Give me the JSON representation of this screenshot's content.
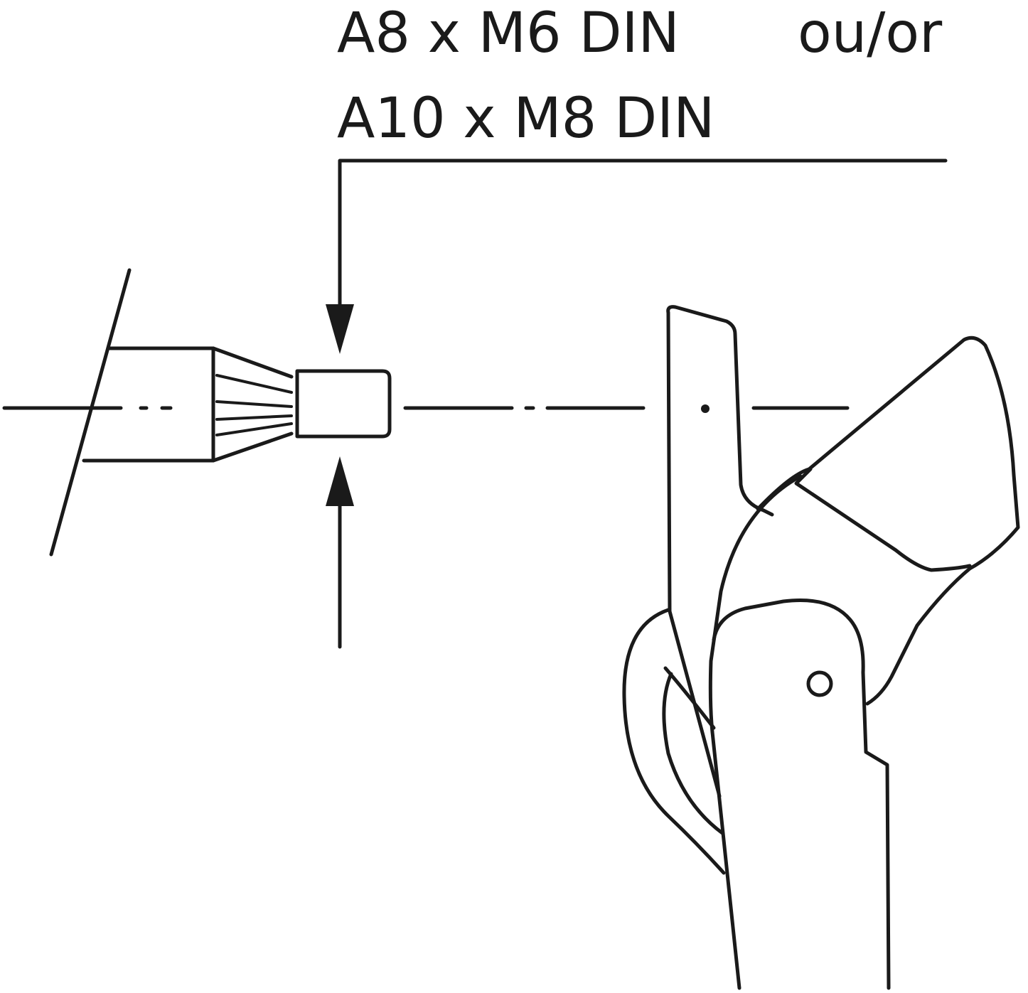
{
  "labels": {
    "spec_line_1": "A8 x M6 DIN",
    "spec_line_2": "A10 x M8 DIN",
    "alternative": "ou/or"
  },
  "colors": {
    "ink": "#1a1a1a",
    "background": "#ffffff"
  }
}
